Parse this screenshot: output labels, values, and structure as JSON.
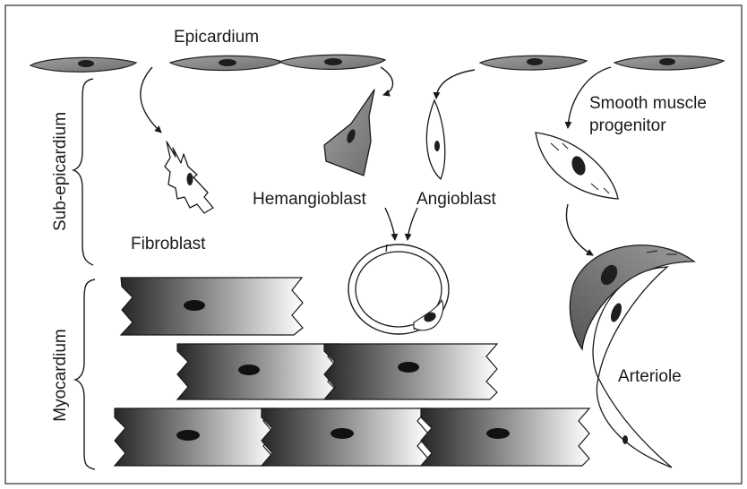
{
  "labels": {
    "epicardium": "Epicardium",
    "sub_epicardium": "Sub-epicardium",
    "myocardium": "Myocardium",
    "fibroblast": "Fibroblast",
    "hemangioblast": "Hemangioblast",
    "angioblast": "Angioblast",
    "smooth_muscle_line1": "Smooth muscle",
    "smooth_muscle_line2": "progenitor",
    "arteriole": "Arteriole"
  },
  "colors": {
    "border": "#555555",
    "cell_fill": "#8c8c8c",
    "nucleus": "#1e1e1e",
    "muscle_dark": "#2a2a2a",
    "muscle_light": "#ffffff"
  }
}
